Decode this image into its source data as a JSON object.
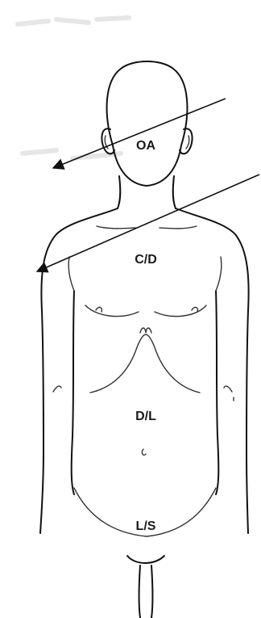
{
  "regions": {
    "oa": "OA",
    "cd": "C/D",
    "dl": "D/L",
    "ls": "L/S"
  },
  "colors": {
    "line": "#111111",
    "background": "#ffffff"
  }
}
